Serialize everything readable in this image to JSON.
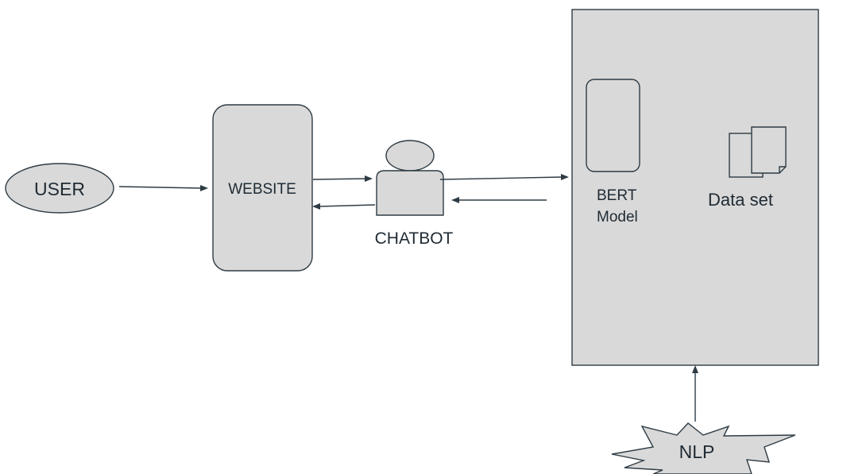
{
  "nodes": {
    "user": {
      "label": "USER"
    },
    "website": {
      "label": "WEBSITE"
    },
    "chatbot": {
      "label": "CHATBOT"
    },
    "bert_model": {
      "line1": "BERT",
      "line2": "Model"
    },
    "dataset": {
      "label": "Data set"
    },
    "nlp": {
      "label": "NLP"
    }
  },
  "colors": {
    "shape_fill": "#d9d9d9",
    "stroke": "#2e3b44",
    "text": "#1f2a33"
  },
  "icons": [
    "bert-model-rounded-rect-icon",
    "dataset-documents-icon",
    "chatbot-person-icon"
  ]
}
